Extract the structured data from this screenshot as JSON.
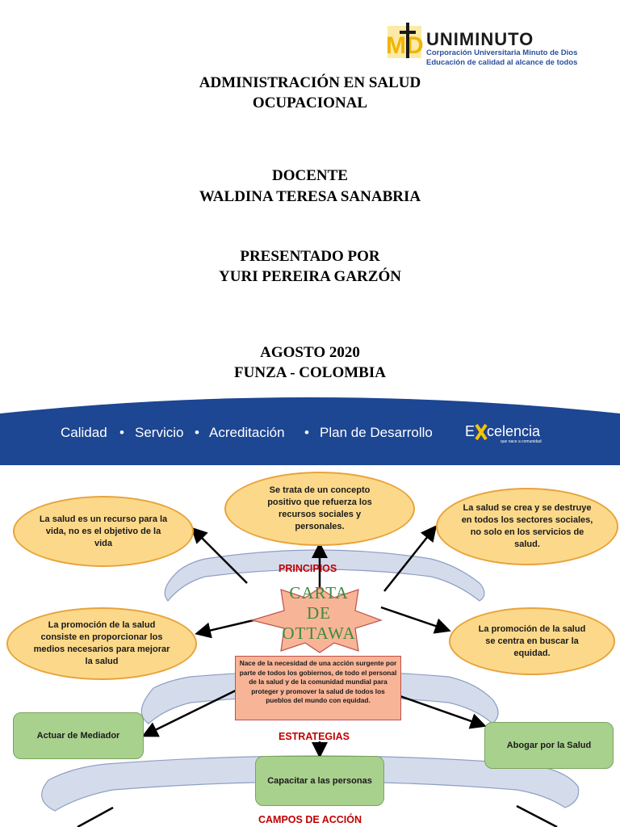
{
  "cover": {
    "title_line1": "ADMINISTRACIÓN EN SALUD",
    "title_line2": "OCUPACIONAL",
    "docente_label": "DOCENTE",
    "docente_name": "WALDINA TERESA SANABRIA",
    "presentado_label": "PRESENTADO POR",
    "presentado_name": "YURI PEREIRA GARZÓN",
    "date": "AGOSTO 2020",
    "place": "FUNZA - COLOMBIA"
  },
  "logo": {
    "initials": "MD",
    "name": "UNIMINUTO",
    "subtitle1": "Corporación Universitaria Minuto de Dios",
    "subtitle2": "Educación de calidad al alcance de todos"
  },
  "band": {
    "items": [
      "Calidad",
      "Servicio",
      "Acreditación",
      "Plan de Desarrollo"
    ],
    "excelencia": "celencia",
    "excelencia_prefix": "E",
    "excelencia_tagline": "que nace a comunidad"
  },
  "diagram": {
    "center_title": [
      "CARTA",
      "DE",
      "OTTAWA"
    ],
    "principios_label": "PRINCIPIOS",
    "estrategias_label": "ESTRATEGIAS",
    "campos_label": "CAMPOS DE ACCIÓN",
    "ovals": [
      "Se trata de un concepto positivo que refuerza los recursos sociales y personales.",
      "La salud es un recurso para la vida, no es el objetivo de la vida",
      "La salud se crea y se destruye en todos los sectores sociales, no solo en los servicios de salud.",
      "La promoción de la salud consiste en proporcionar los medios necesarios para mejorar la salud",
      "La promoción de la salud  se centra en buscar la equidad."
    ],
    "center_box": "Nace de la necesidad de una acción surgente por parte de todos los gobiernos, de todo el personal de la salud y de la comunidad mundial para proteger y promover la salud de todos los pueblos del mundo con equidad.",
    "strategies": [
      "Actuar de Mediador",
      "Abogar por la Salud",
      "Capacitar a las personas"
    ]
  },
  "colors": {
    "band_blue": "#1d4693",
    "oval_fill": "#fcd98a",
    "box_green": "#a9d18e",
    "label_red": "#c00000",
    "star_fill": "#f8b496"
  }
}
